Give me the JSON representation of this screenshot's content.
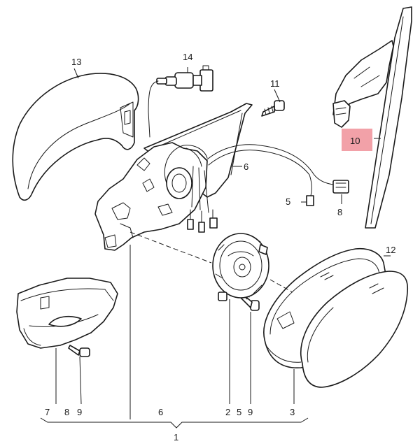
{
  "highlight_color": "#f2a1a8",
  "callouts": {
    "c13": "13",
    "c14": "14",
    "c11": "11",
    "c6": "6",
    "c10": "10",
    "c5": "5",
    "c8": "8",
    "c12": "12"
  },
  "bottom_labels": {
    "b7": "7",
    "b8": "8",
    "b9a": "9",
    "b6": "6",
    "b2": "2",
    "b5": "5",
    "b9b": "9",
    "b3": "3",
    "b1": "1"
  }
}
